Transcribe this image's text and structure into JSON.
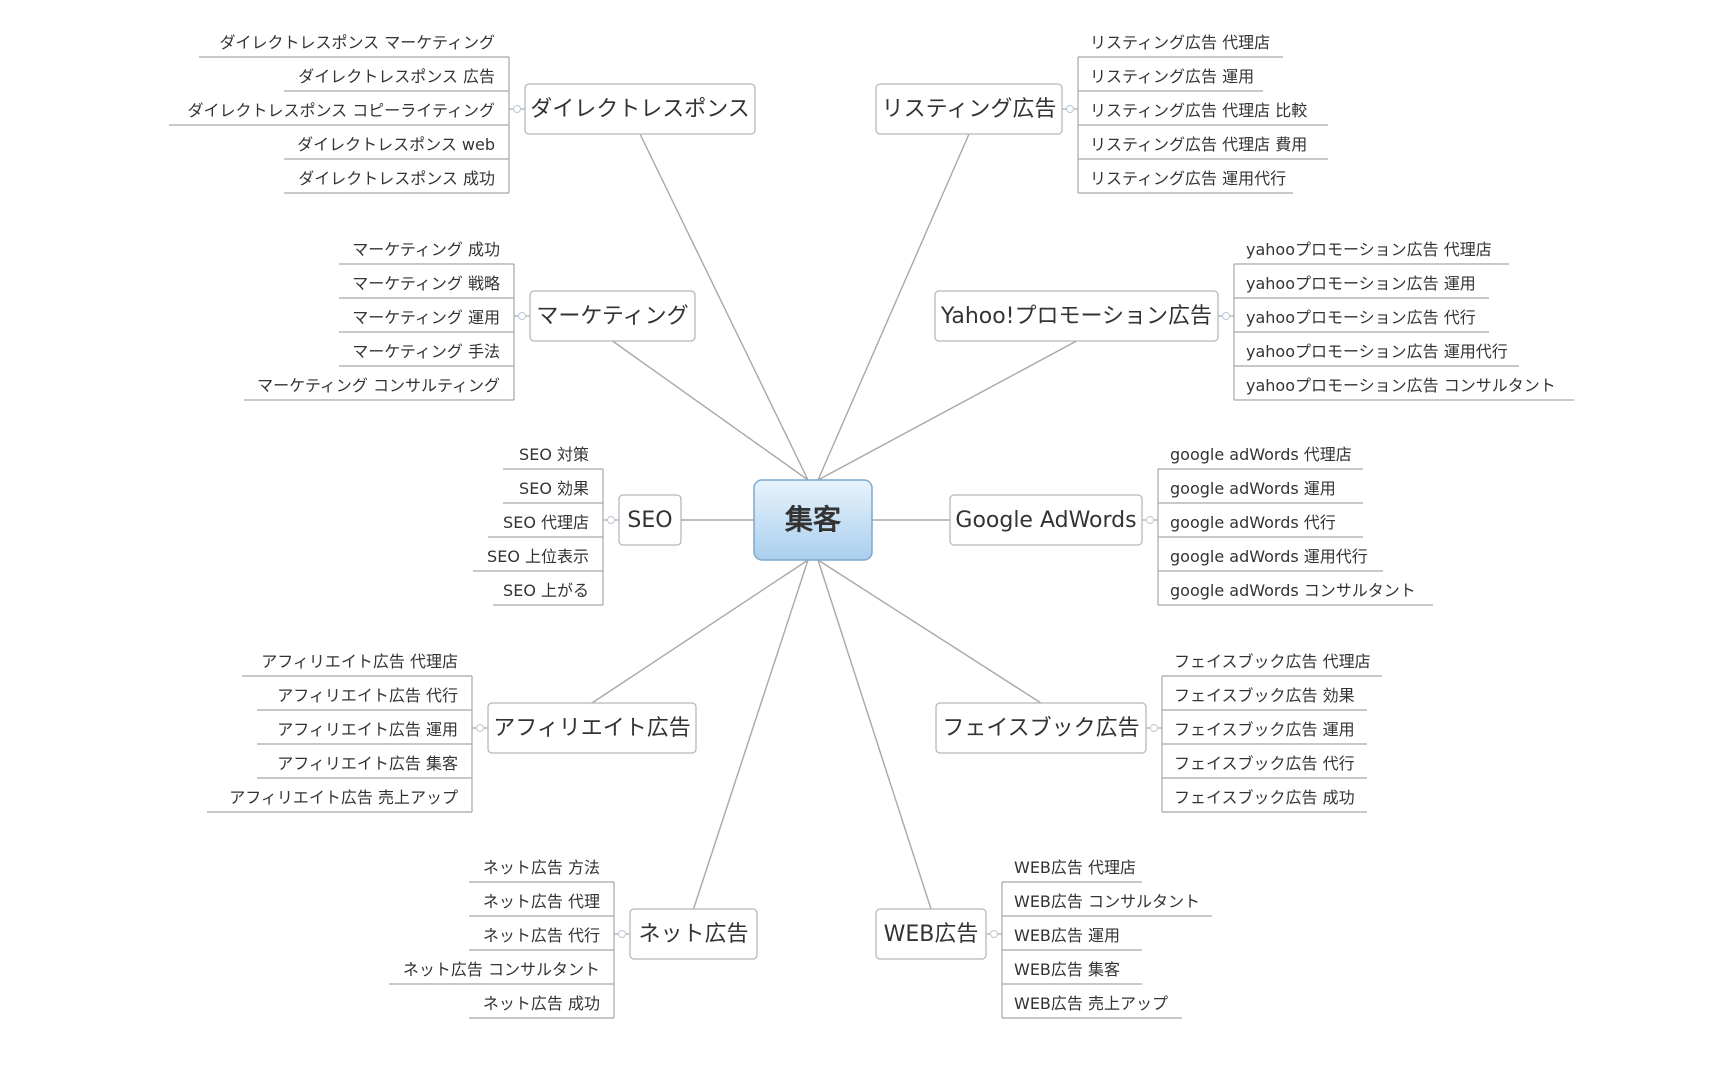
{
  "center": {
    "label": "集客"
  },
  "branches": [
    {
      "id": "direct",
      "label": "ダイレクトレスポンス",
      "side": "left",
      "children": [
        "ダイレクトレスポンス マーケティング",
        "ダイレクトレスポンス 広告",
        "ダイレクトレスポンス コピーライティング",
        "ダイレクトレスポンス web",
        "ダイレクトレスポンス 成功"
      ]
    },
    {
      "id": "marketing",
      "label": "マーケティング",
      "side": "left",
      "children": [
        "マーケティング 成功",
        "マーケティング 戦略",
        "マーケティング 運用",
        "マーケティング 手法",
        "マーケティング コンサルティング"
      ]
    },
    {
      "id": "seo",
      "label": "SEO",
      "side": "left",
      "children": [
        "SEO 対策",
        "SEO 効果",
        "SEO 代理店",
        "SEO 上位表示",
        "SEO 上がる"
      ]
    },
    {
      "id": "affiliate",
      "label": "アフィリエイト広告",
      "side": "left",
      "children": [
        "アフィリエイト広告 代理店",
        "アフィリエイト広告 代行",
        "アフィリエイト広告 運用",
        "アフィリエイト広告 集客",
        "アフィリエイト広告 売上アップ"
      ]
    },
    {
      "id": "net",
      "label": "ネット広告",
      "side": "left",
      "children": [
        "ネット広告 方法",
        "ネット広告 代理",
        "ネット広告 代行",
        "ネット広告 コンサルタント",
        "ネット広告 成功"
      ]
    },
    {
      "id": "listing",
      "label": "リスティング広告",
      "side": "right",
      "children": [
        "リスティング広告 代理店",
        "リスティング広告 運用",
        "リスティング広告 代理店 比較",
        "リスティング広告 代理店 費用",
        "リスティング広告 運用代行"
      ]
    },
    {
      "id": "yahoo",
      "label": "Yahoo!プロモーション広告",
      "side": "right",
      "children": [
        "yahooプロモーション広告 代理店",
        "yahooプロモーション広告 運用",
        "yahooプロモーション広告 代行",
        "yahooプロモーション広告 運用代行",
        "yahooプロモーション広告 コンサルタント"
      ]
    },
    {
      "id": "google",
      "label": "Google AdWords",
      "side": "right",
      "children": [
        "google adWords 代理店",
        "google adWords 運用",
        "google adWords 代行",
        "google adWords 運用代行",
        "google adWords コンサルタント"
      ]
    },
    {
      "id": "facebook",
      "label": "フェイスブック広告",
      "side": "right",
      "children": [
        "フェイスブック広告 代理店",
        "フェイスブック広告 効果",
        "フェイスブック広告 運用",
        "フェイスブック広告 代行",
        "フェイスブック広告 成功"
      ]
    },
    {
      "id": "web",
      "label": "WEB広告",
      "side": "right",
      "children": [
        "WEB広告 代理店",
        "WEB広告 コンサルタント",
        "WEB広告 運用",
        "WEB広告 集客",
        "WEB広告 売上アップ"
      ]
    }
  ],
  "colors": {
    "line": "#a8a8a8",
    "box_border": "#b8b8b8",
    "text": "#333333",
    "center_fill_top": "#e8f3fc",
    "center_fill_bottom": "#a9cfee",
    "center_border": "#7ea8cc"
  }
}
